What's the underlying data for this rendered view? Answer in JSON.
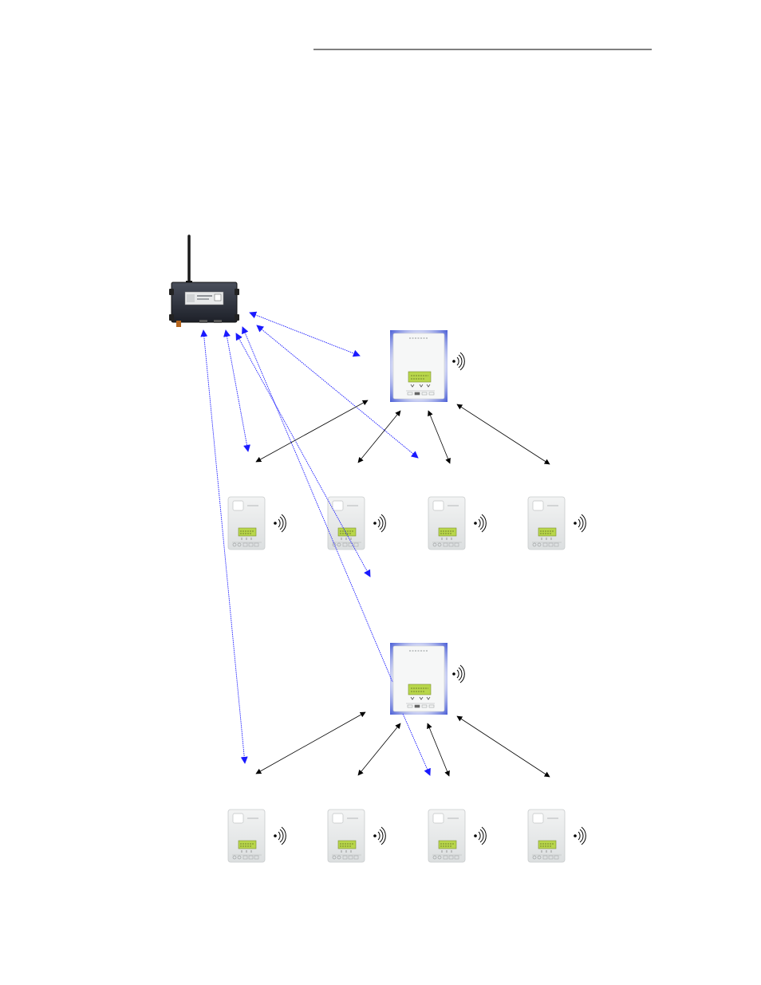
{
  "page": {
    "header_rule": true
  },
  "devices": {
    "gateway": {
      "kind": "wireless-gateway",
      "label_lines": [
        "",
        ""
      ]
    },
    "controllers": [
      {
        "id": "controller-1",
        "kind": "wireless-controller",
        "wireless": true
      },
      {
        "id": "controller-2",
        "kind": "wireless-controller",
        "wireless": true
      }
    ],
    "thermostats": [
      {
        "id": "tstat-1-1",
        "group": 1,
        "wireless": true
      },
      {
        "id": "tstat-1-2",
        "group": 1,
        "wireless": true
      },
      {
        "id": "tstat-1-3",
        "group": 1,
        "wireless": true
      },
      {
        "id": "tstat-1-4",
        "group": 1,
        "wireless": true
      },
      {
        "id": "tstat-2-1",
        "group": 2,
        "wireless": true
      },
      {
        "id": "tstat-2-2",
        "group": 2,
        "wireless": true
      },
      {
        "id": "tstat-2-3",
        "group": 2,
        "wireless": true
      },
      {
        "id": "tstat-2-4",
        "group": 2,
        "wireless": true
      }
    ]
  },
  "links": {
    "gateway_links": [
      {
        "from": "gateway",
        "to": "controller-1"
      },
      {
        "from": "gateway",
        "to": "tstat-1-1"
      },
      {
        "from": "gateway",
        "to": "tstat-1-2"
      },
      {
        "from": "gateway",
        "to": "tstat-1-3"
      },
      {
        "from": "gateway",
        "to": "controller-2"
      },
      {
        "from": "gateway",
        "to": "tstat-2-1"
      },
      {
        "from": "gateway",
        "to": "tstat-2-3"
      }
    ],
    "controller_links": [
      {
        "from": "controller-1",
        "to": "tstat-1-1"
      },
      {
        "from": "controller-1",
        "to": "tstat-1-2"
      },
      {
        "from": "controller-1",
        "to": "tstat-1-3"
      },
      {
        "from": "controller-1",
        "to": "tstat-1-4"
      },
      {
        "from": "controller-2",
        "to": "tstat-2-1"
      },
      {
        "from": "controller-2",
        "to": "tstat-2-2"
      },
      {
        "from": "controller-2",
        "to": "tstat-2-3"
      },
      {
        "from": "controller-2",
        "to": "tstat-2-4"
      }
    ]
  },
  "colors": {
    "gateway_link": "#1a1aff",
    "controller_link": "#000000",
    "gateway_body": "#2c2f3a",
    "controller_face": "#f6f7f7",
    "controller_glow": "#4b5fd6",
    "thermostat_face": "#eceeee",
    "lcd": "#b8d64a",
    "wireless_arcs": "#000000"
  }
}
